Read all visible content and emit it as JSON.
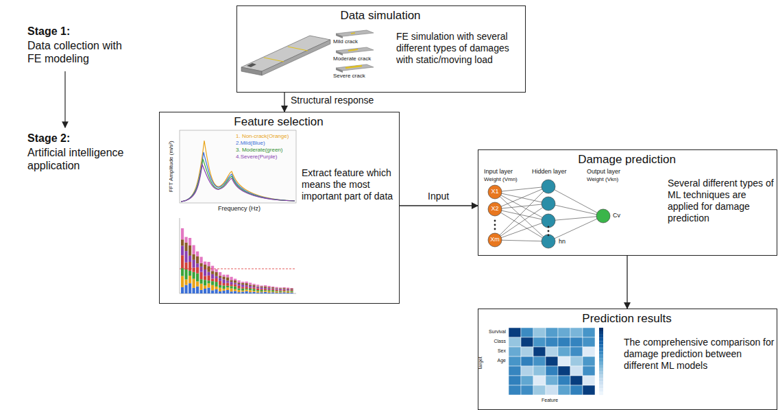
{
  "diagram": {
    "nodes": [
      {
        "text": [
          "Data simulation",
          "FE simulation with several different types of damages with static/moving load"
        ]
      },
      {
        "text": [
          "Feature selection",
          "Extract feature which means the most important part of data"
        ]
      },
      {
        "text": [
          "Damage prediction",
          "Several different types of ML techniques are applied for damage prediction"
        ]
      },
      {
        "text": [
          "Prediction results",
          "The comprehensive comparison for damage prediction between different ML models"
        ]
      }
    ],
    "edges": [
      {
        "from": 0,
        "to": 1,
        "arrow": "to",
        "label": "Structural response"
      },
      {
        "from": 1,
        "to": 2,
        "arrow": "to",
        "label": "Input"
      },
      {
        "from": 2,
        "to": 3,
        "arrow": "to"
      }
    ],
    "labels": [
      "Stage 1:",
      "Data collection with FE modeling",
      "Stage 2:",
      "Artificial intelligence application",
      "Mild crack",
      "Moderate crack",
      "Severe crack",
      "1. Non-crack(Orange)",
      "2.Mild(Blue)",
      "3. Moderate(green)",
      "4.Severe(Purple)",
      "FFT Amplitude (m/s²)",
      "Frequency (Hz)",
      "Input layer",
      "Hidden layer",
      "Output layer",
      "Weight (Vmn)",
      "Weight (Vkn)",
      "X1",
      "X2",
      "Xm",
      "hn",
      "Cv",
      "Survival",
      "Class",
      "Sex",
      "Age",
      "Feature",
      "target"
    ]
  }
}
